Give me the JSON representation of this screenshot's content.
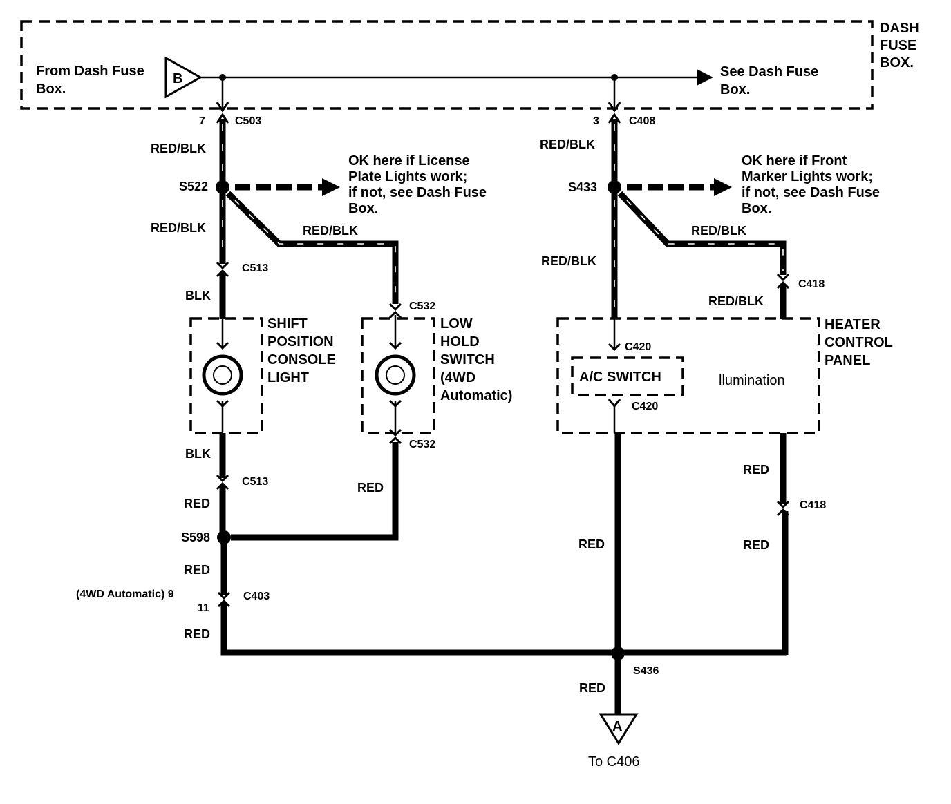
{
  "fuse_box": {
    "title_line1": "DASH",
    "title_line2": "FUSE",
    "title_line3": "BOX."
  },
  "source": {
    "text_line1": "From Dash Fuse",
    "text_line2": "Box.",
    "connector_letter": "B"
  },
  "destination_note": {
    "text_line1": "See Dash Fuse",
    "text_line2": "Box."
  },
  "left_branch": {
    "pin_top": "7",
    "connector_top": "C503",
    "wire_top": "RED/BLK",
    "splice": "S522",
    "check_note": {
      "line1": "OK here if License",
      "line2": "Plate Lights work;",
      "line3": "if not, see Dash Fuse",
      "line4": "Box."
    },
    "wire_after_splice": "RED/BLK",
    "wire_to_switch": "RED/BLK",
    "connector_c513_top": "C513",
    "wire_blk_top": "BLK",
    "shift_light": {
      "line1": "SHIFT",
      "line2": "POSITION",
      "line3": "CONSOLE",
      "line4": "LIGHT"
    },
    "wire_blk_bottom": "BLK",
    "connector_c513_bottom": "C513",
    "wire_red_1": "RED",
    "splice_bottom": "S598",
    "wire_red_2": "RED",
    "connector_c403_note": "(4WD Automatic) 9",
    "connector_c403_pin": "11",
    "connector_c403": "C403",
    "wire_red_3": "RED"
  },
  "low_hold": {
    "connector_top": "C532",
    "label": {
      "line1": "LOW",
      "line2": "HOLD",
      "line3": "SWITCH",
      "line4": "(4WD",
      "line5": "Automatic)"
    },
    "connector_bottom": "C532",
    "wire_red": "RED"
  },
  "right_branch": {
    "pin_top": "3",
    "connector_top": "C408",
    "wire_top": "RED/BLK",
    "splice": "S433",
    "check_note": {
      "line1": "OK here if Front",
      "line2": "Marker Lights work;",
      "line3": "if not, see Dash Fuse",
      "line4": "Box."
    },
    "wire_after_splice": "RED/BLK",
    "wire_to_heater": "RED/BLK",
    "connector_c418_top": "C418",
    "wire_c418": "RED/BLK",
    "connector_c420_top": "C420",
    "ac_switch": "A/C SWITCH",
    "connector_c420_bottom": "C420",
    "illumination": "llumination",
    "heater_panel": {
      "line1": "HEATER",
      "line2": "CONTROL",
      "line3": "PANEL"
    },
    "wire_red_center": "RED",
    "wire_red_right_1": "RED",
    "connector_c418_bottom": "C418",
    "wire_red_right_2": "RED",
    "splice_bottom": "S436",
    "wire_red_out": "RED",
    "output_connector_letter": "A",
    "output_note": "To C406"
  }
}
